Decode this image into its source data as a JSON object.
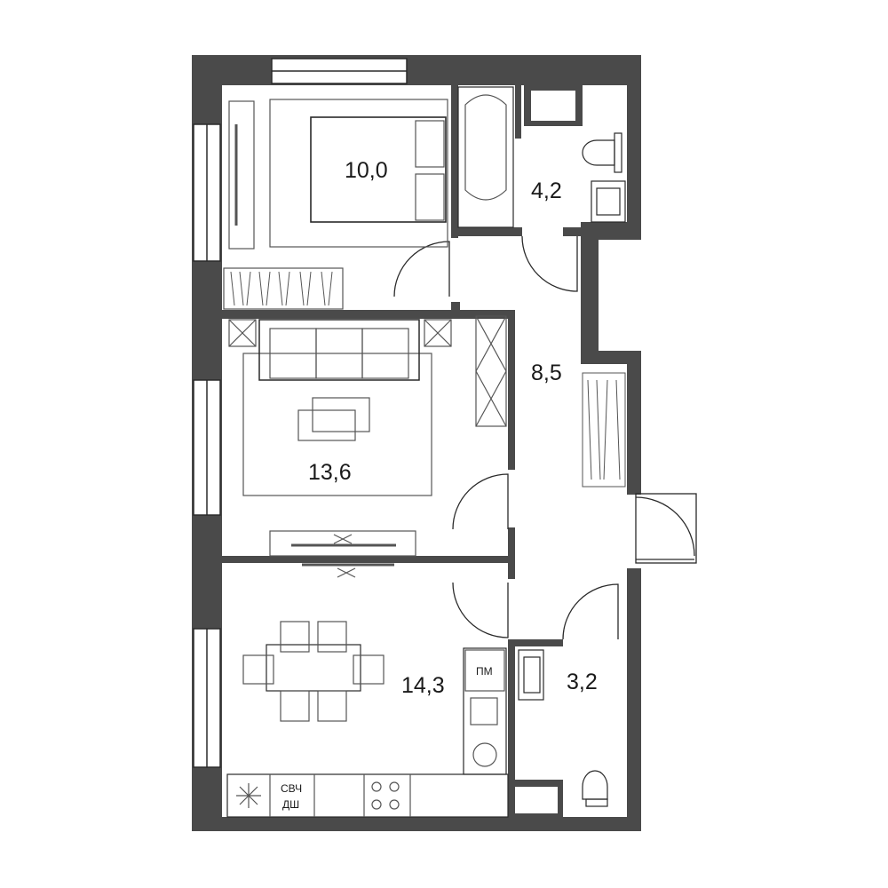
{
  "colors": {
    "wall": "#4a4a4a",
    "line": "#2a2a2a",
    "furniture": "#555555",
    "background": "#ffffff"
  },
  "rooms": [
    {
      "id": "bedroom",
      "area": "10,0"
    },
    {
      "id": "bathroom",
      "area": "4,2"
    },
    {
      "id": "hallway",
      "area": "8,5"
    },
    {
      "id": "living-room",
      "area": "13,6"
    },
    {
      "id": "kitchen",
      "area": "14,3"
    },
    {
      "id": "toilet",
      "area": "3,2"
    }
  ],
  "appliances": {
    "dishwasher": "ПМ",
    "microwave": "СВЧ",
    "oven": "ДШ"
  }
}
